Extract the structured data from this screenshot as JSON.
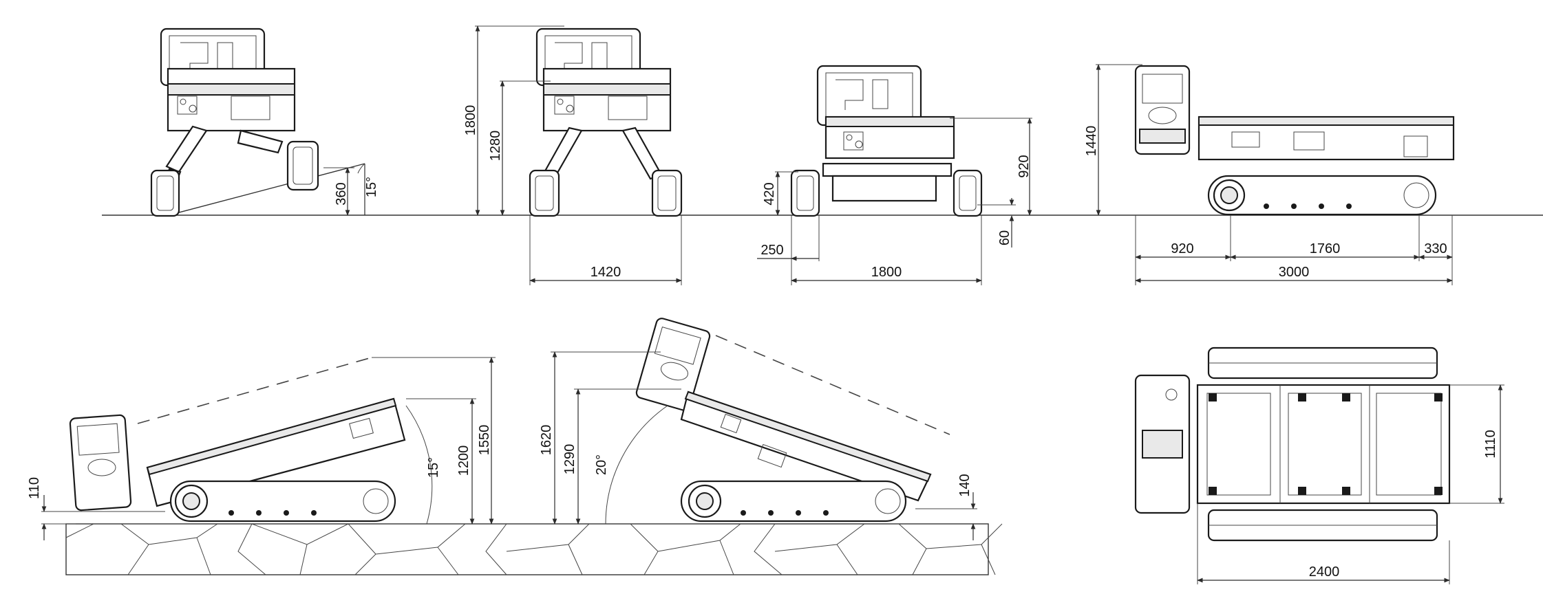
{
  "dimensions": {
    "front_slope_height": "360",
    "front_slope_angle": "15°",
    "total_height": "1800",
    "body_height": "1280",
    "track_gauge_narrow": "1420",
    "lowered_height": "920",
    "lowered_clearance_height": "420",
    "side_offset": "250",
    "track_gauge_wide": "1800",
    "ground_clearance": "60",
    "side_height": "1440",
    "rear_overhang": "920",
    "track_length": "1760",
    "front_overhang": "330",
    "total_length": "3000",
    "left_step": "110",
    "left_angle": "15°",
    "left_height_1200": "1200",
    "left_height_1550": "1550",
    "mid_height_1620": "1620",
    "mid_height_1290": "1290",
    "mid_angle": "20°",
    "mid_step": "140",
    "top_width": "1110",
    "top_length": "2400"
  }
}
